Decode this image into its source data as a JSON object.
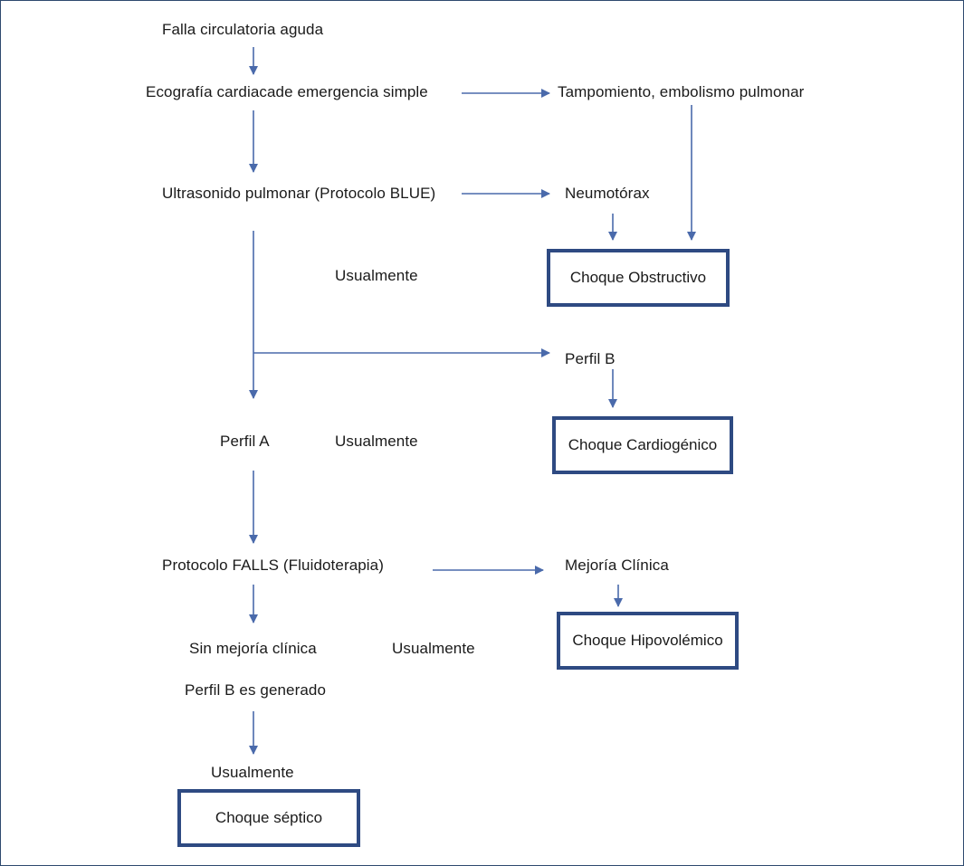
{
  "nodes": {
    "falla": "Falla circulatoria aguda",
    "ecografia": "Ecografía cardiacade emergencia simple",
    "tampomiento": "Tampomiento, embolismo pulmonar",
    "ultrasonido": "Ultrasonido pulmonar (Protocolo BLUE)",
    "neumotorax": "Neumotórax",
    "usualmente_1": "Usualmente",
    "perfil_b": "Perfil B",
    "perfil_a": "Perfil A",
    "usualmente_2": "Usualmente",
    "falls": "Protocolo FALLS (Fluidoterapia)",
    "mejoria": "Mejoría Clínica",
    "sin_mejoria": "Sin mejoría clínica",
    "usualmente_3": "Usualmente",
    "perfil_b_generado": "Perfil B es generado",
    "usualmente_4": "Usualmente"
  },
  "outcomes": {
    "obstructivo": "Choque Obstructivo",
    "cardiogenico": "Choque Cardiogénico",
    "hipovolemico": "Choque Hipovolémico",
    "septico": "Choque séptico"
  },
  "colors": {
    "arrow": "#4a6aab",
    "box_border": "#2e4a82",
    "text": "#1a1a1a"
  }
}
